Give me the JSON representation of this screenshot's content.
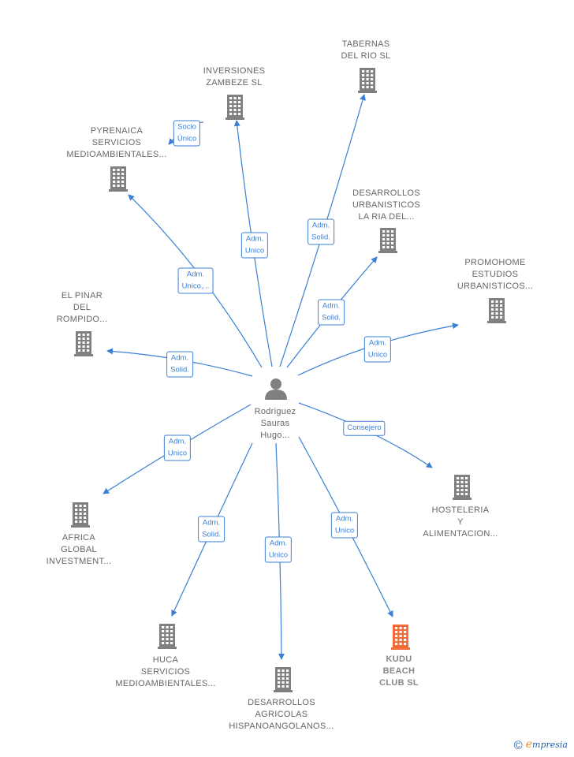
{
  "center": {
    "name": "Rodriguez\nSauras\nHugo..."
  },
  "nodes": [
    {
      "id": "tabernas",
      "label": "TABERNAS\nDEL RIO  SL",
      "highlight": false
    },
    {
      "id": "inversiones",
      "label": "INVERSIONES\nZAMBEZE  SL",
      "highlight": false
    },
    {
      "id": "pyrenaica",
      "label": "PYRENAICA\nSERVICIOS\nMEDIOAMBIENTALES...",
      "highlight": false
    },
    {
      "id": "desarrollos_ria",
      "label": "DESARROLLOS\nURBANISTICOS\nLA RIA DEL...",
      "highlight": false
    },
    {
      "id": "promohome",
      "label": "PROMOHOME\nESTUDIOS\nURBANISTICOS...",
      "highlight": false
    },
    {
      "id": "el_pinar",
      "label": "EL PINAR\nDEL\nROMPIDO...",
      "highlight": false
    },
    {
      "id": "hosteleria",
      "label": "HOSTELERIA\nY\nALIMENTACION...",
      "highlight": false
    },
    {
      "id": "africa",
      "label": "AFRICA\nGLOBAL\nINVESTMENT...",
      "highlight": false
    },
    {
      "id": "huca",
      "label": "HUCA\nSERVICIOS\nMEDIOAMBIENTALES...",
      "highlight": false
    },
    {
      "id": "desarrollos_agricolas",
      "label": "DESARROLLOS\nAGRICOLAS\nHISPANOANGOLANOS...",
      "highlight": false
    },
    {
      "id": "kudu",
      "label": "KUDU\nBEACH\nCLUB  SL",
      "highlight": true
    }
  ],
  "edges": [
    {
      "to": "tabernas",
      "label": "Adm.\nSolid."
    },
    {
      "to": "inversiones",
      "label": "Adm.\nUnico"
    },
    {
      "to": "pyrenaica",
      "label": "Adm.\nUnico,..."
    },
    {
      "to": "desarrollos_ria",
      "label": "Adm.\nSolid."
    },
    {
      "to": "promohome",
      "label": "Adm.\nUnico"
    },
    {
      "to": "el_pinar",
      "label": "Adm.\nSolid."
    },
    {
      "to": "hosteleria",
      "label": "Consejero"
    },
    {
      "to": "africa",
      "label": "Adm.\nUnico"
    },
    {
      "to": "huca",
      "label": "Adm.\nSolid."
    },
    {
      "to": "desarrollos_agricolas",
      "label": "Adm.\nUnico"
    },
    {
      "to": "kudu",
      "label": "Adm.\nUnico"
    },
    {
      "from": "inversiones",
      "to": "pyrenaica",
      "label": "Socio\nÚnico"
    }
  ],
  "colors": {
    "edge": "#3a7fd5",
    "node": "#808080",
    "highlight": "#f26b3a"
  },
  "brand": {
    "copyright": "©",
    "initial": "e",
    "word": "mpresia"
  }
}
